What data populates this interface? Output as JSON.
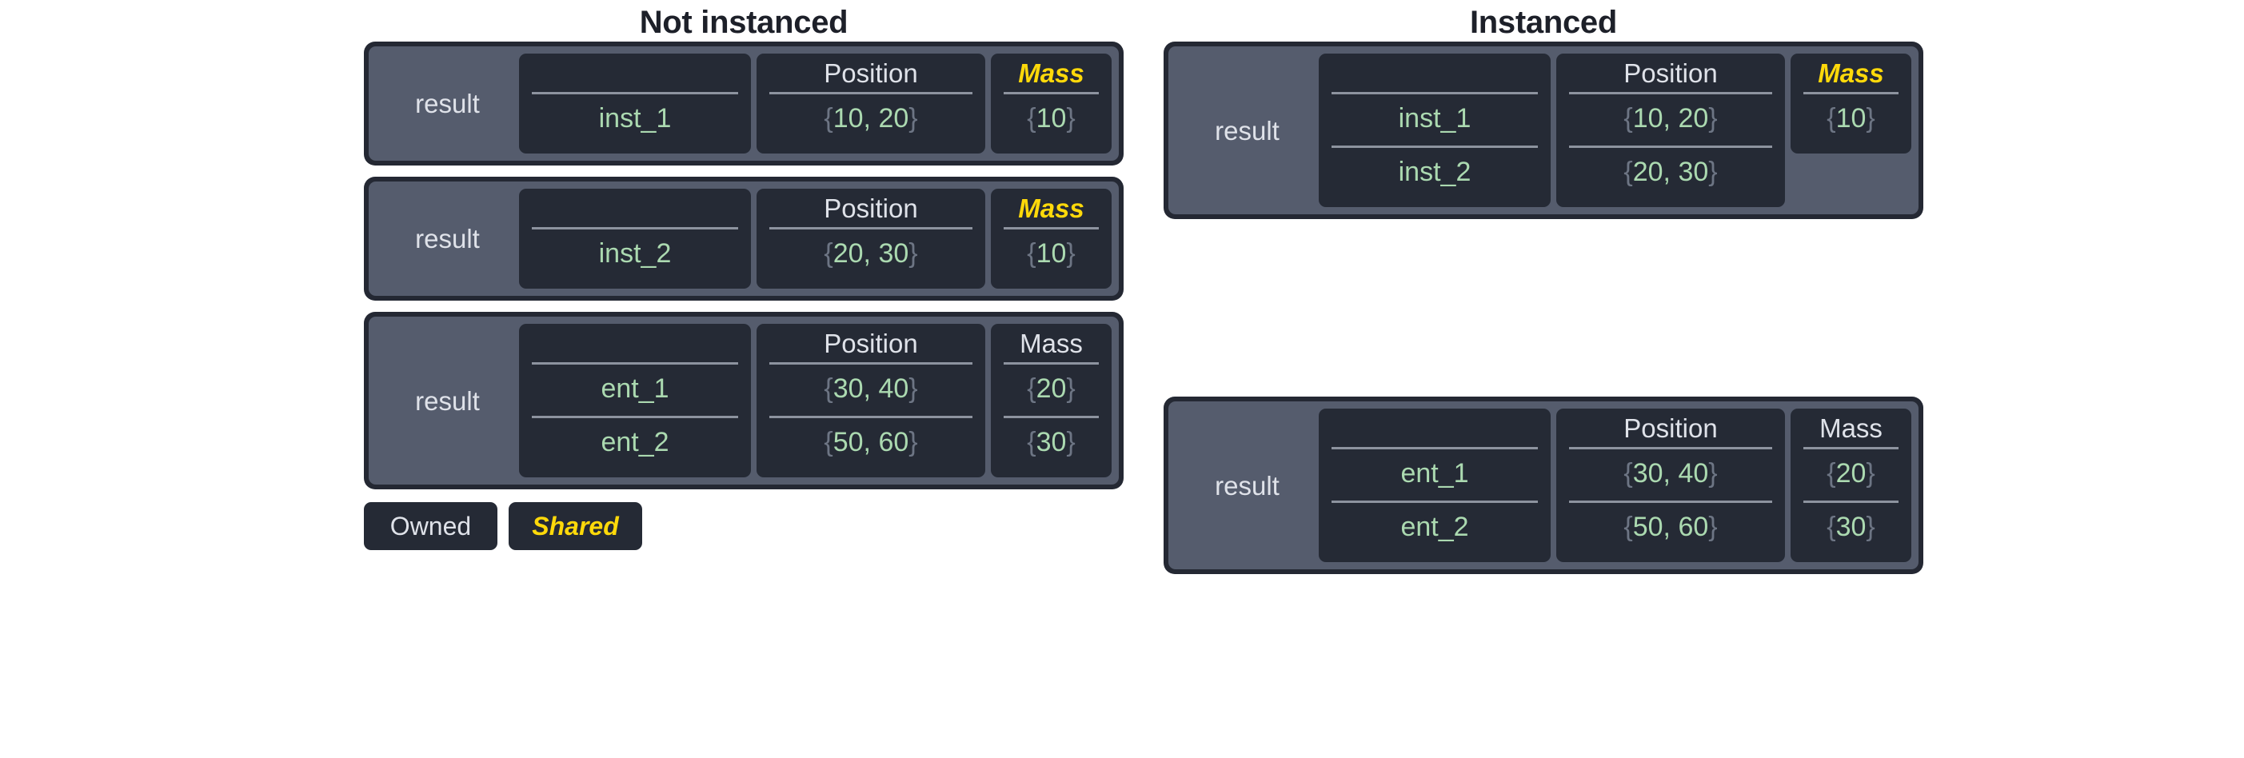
{
  "columns": [
    {
      "id": "not-instanced",
      "heading": "Not instanced",
      "tables": [
        {
          "id": "not-instanced-table-1",
          "result_label": "result",
          "headers": {
            "name": "",
            "position": "Position",
            "mass": "Mass"
          },
          "mass_shared": true,
          "mass_rowspan": 1,
          "rows": [
            {
              "name": "inst_1",
              "position": "{10, 20}",
              "mass": "{10}"
            }
          ]
        },
        {
          "id": "not-instanced-table-2",
          "result_label": "result",
          "headers": {
            "name": "",
            "position": "Position",
            "mass": "Mass"
          },
          "mass_shared": true,
          "mass_rowspan": 1,
          "rows": [
            {
              "name": "inst_2",
              "position": "{20, 30}",
              "mass": "{10}"
            }
          ]
        },
        {
          "id": "not-instanced-table-3",
          "result_label": "result",
          "headers": {
            "name": "",
            "position": "Position",
            "mass": "Mass"
          },
          "mass_shared": false,
          "mass_rowspan": 2,
          "rows": [
            {
              "name": "ent_1",
              "position": "{30, 40}",
              "mass": "{20}"
            },
            {
              "name": "ent_2",
              "position": "{50, 60}",
              "mass": "{30}"
            }
          ]
        }
      ]
    },
    {
      "id": "instanced",
      "heading": "Instanced",
      "tables": [
        {
          "id": "instanced-table-1",
          "result_label": "result",
          "headers": {
            "name": "",
            "position": "Position",
            "mass": "Mass"
          },
          "mass_shared": true,
          "mass_rowspan": 1,
          "rows": [
            {
              "name": "inst_1",
              "position": "{10, 20}",
              "mass": "{10}"
            },
            {
              "name": "inst_2",
              "position": "{20, 30}",
              "mass": null
            }
          ]
        },
        {
          "id": "instanced-table-2",
          "result_label": "result",
          "headers": {
            "name": "",
            "position": "Position",
            "mass": "Mass"
          },
          "mass_shared": false,
          "mass_rowspan": 2,
          "rows": [
            {
              "name": "ent_1",
              "position": "{30, 40}",
              "mass": "{20}"
            },
            {
              "name": "ent_2",
              "position": "{50, 60}",
              "mass": "{30}"
            }
          ]
        }
      ]
    }
  ],
  "legend": {
    "owned_label": "Owned",
    "shared_label": "Shared"
  },
  "colors": {
    "page_background": "#ffffff",
    "frame_border": "#242833",
    "table_background": "#555c6d",
    "card_background": "#252a35",
    "heading_text": "#1d2029",
    "label_text": "#dfe2e9",
    "value_green": "#abd9b0",
    "brace_gray": "#6d7584",
    "shared_yellow": "#ffd90a",
    "divider": "#8d939f"
  }
}
